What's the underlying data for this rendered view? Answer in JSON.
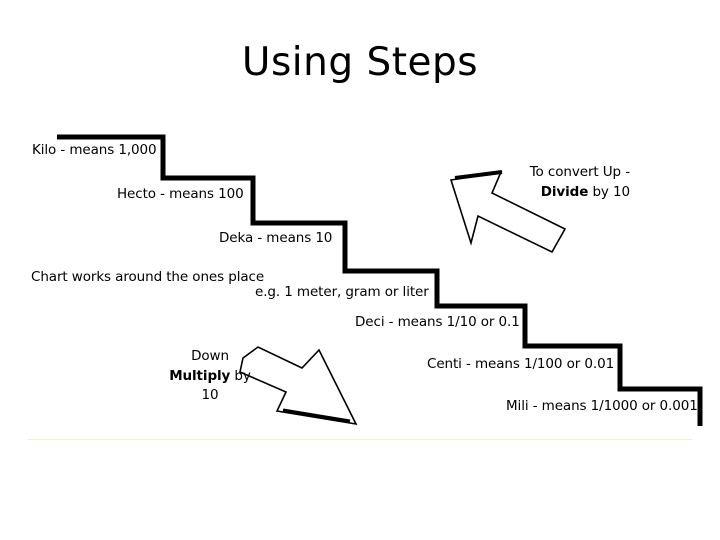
{
  "slide": {
    "title": "Using Steps",
    "background_color": "#FFFFFF",
    "ink_color": "#000000",
    "rule_color": "#EEF3C4"
  },
  "chart_data": {
    "type": "diagram",
    "title": "Using Steps",
    "subject": "Metric prefix staircase (metric step chart)",
    "steps": [
      {
        "label": "Kilo - means 1,000",
        "prefix": "Kilo",
        "value": 1000,
        "level": 1
      },
      {
        "label": "Hecto - means 100",
        "prefix": "Hecto",
        "value": 100,
        "level": 2
      },
      {
        "label": "Deka - means 10",
        "prefix": "Deka",
        "value": 10,
        "level": 3
      },
      {
        "label": "e.g. 1 meter, gram or liter",
        "prefix": "base",
        "value": 1,
        "level": 4
      },
      {
        "label": "Deci - means 1/10 or 0.1",
        "prefix": "Deci",
        "value": 0.1,
        "level": 5
      },
      {
        "label": "Centi - means 1/100 or 0.01",
        "prefix": "Centi",
        "value": 0.01,
        "level": 6
      },
      {
        "label": "Mili - means 1/1000 or 0.001",
        "prefix": "Mili",
        "value": 0.001,
        "level": 7
      }
    ],
    "notes": [
      "Chart works around the ones place"
    ],
    "annotations": [
      {
        "direction": "up",
        "lines": [
          "To convert Up -",
          "Divide by 10"
        ],
        "emphasis": "Divide"
      },
      {
        "direction": "down",
        "lines": [
          "Down",
          "Multiply by",
          "10"
        ],
        "emphasis": "Multiply"
      }
    ]
  },
  "labels": {
    "kilo": "Kilo - means 1,000",
    "hecto": "Hecto - means 100",
    "deka": "Deka - means 10",
    "chart_note": "Chart works around the ones place",
    "base_unit": "e.g. 1 meter, gram or liter",
    "deci": "Deci - means 1/10 or 0.1",
    "centi": "Centi - means 1/100 or 0.01",
    "mili": "Mili - means 1/1000 or 0.001"
  },
  "callout_up": {
    "line1": "To convert Up -",
    "line2_strong": "Divide",
    "line2_rest": " by 10"
  },
  "callout_down": {
    "line1": "Down",
    "line2_strong": "Multiply",
    "line2_rest": " by",
    "line3": "10"
  }
}
